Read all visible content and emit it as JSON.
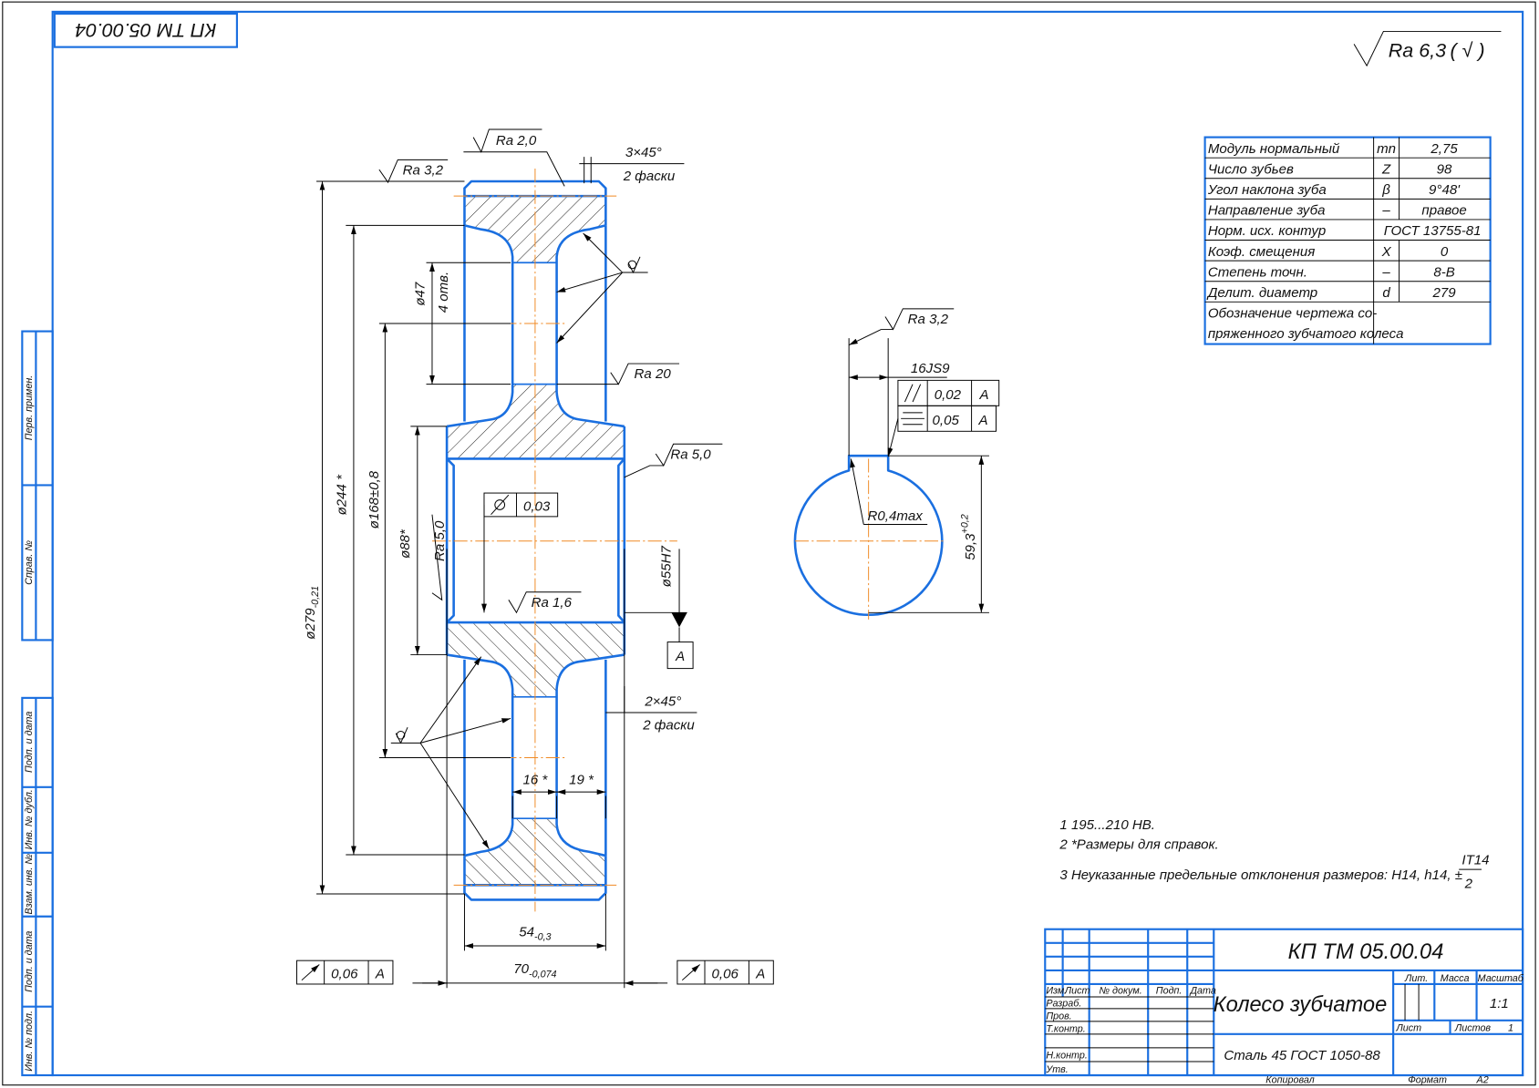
{
  "colors": {
    "contour": "#1a6fe0",
    "axis": "#f08a24",
    "thin": "#000000"
  },
  "stamp_rotated": "КП ТМ 05.00.04",
  "general_roughness": {
    "value": "Ra 6,3",
    "rest": "( √ )"
  },
  "side_stamps": [
    "Перв. примен.",
    "Справ. №",
    "Подп. и дата",
    "Инв. № дубл.",
    "Взам. инв. №",
    "Подп. и дата",
    "Инв. № подл."
  ],
  "params_table": [
    {
      "label": "Модуль нормальный",
      "symbol": "mn",
      "value": "2,75"
    },
    {
      "label": "Число зубьев",
      "symbol": "Z",
      "value": "98"
    },
    {
      "label": "Угол наклона зуба",
      "symbol": "β",
      "value": "9°48'"
    },
    {
      "label": "Направление зуба",
      "symbol": "–",
      "value": "правое"
    },
    {
      "label": "Норм. исх. контур",
      "symbol": "",
      "value": "ГОСТ 13755-81"
    },
    {
      "label": "Коэф. смещения",
      "symbol": "X",
      "value": "0"
    },
    {
      "label": "Степень точн.",
      "symbol": "–",
      "value": "8-В"
    },
    {
      "label": "Делит. диаметр",
      "symbol": "d",
      "value": "279"
    },
    {
      "label": "Обозначение чертежа со-",
      "label2": "пряженного зубчатого колеса",
      "symbol": "",
      "value": ""
    }
  ],
  "section": {
    "ra_tooth": "Ra 2,0",
    "ra_top": "Ra 3,2",
    "chamfer_top": "3×45°",
    "chamfer_top_note": "2 фаски",
    "d47": "ø47",
    "holes": "4 отв.",
    "ra_web": "Ra 20",
    "ra_hub": "Ra 5,0",
    "runout": "0,03",
    "ra_bore": "Ra 5,0",
    "d244": "ø244 *",
    "d168": "ø168±0,8",
    "d88": "ø88*",
    "d279": "ø279",
    "d279_tol": "-0,21",
    "d55": "ø55H7",
    "ra_bore_face": "Ra 1,6",
    "datum": "A",
    "chamfer_bot": "2×45°",
    "chamfer_bot_note": "2 фаски",
    "w16": "16 *",
    "w19": "19 *",
    "w54": "54",
    "w54_tol": "-0,3",
    "w70": "70",
    "w70_tol": "-0,074",
    "fcf_left": {
      "value": "0,06",
      "datum": "A"
    },
    "fcf_right": {
      "value": "0,06",
      "datum": "A"
    }
  },
  "keyway_view": {
    "ra": "Ra 3,2",
    "width": "16JS9",
    "parallel": "0,02",
    "parallel_datum": "A",
    "symmetry": "0,05",
    "symmetry_datum": "A",
    "radius": "R0,4max",
    "depth": "59,3",
    "depth_tol": "+0,2"
  },
  "notes": [
    "1 195...210 HB.",
    "2  *Размеры для справок.",
    "3 Неуказанные предельные отклонения размеров: H14, h14, ±"
  ],
  "notes_frac": {
    "num": "IT14",
    "den": "2"
  },
  "title_block": {
    "designation": "КП ТМ 05.00.04",
    "name": "Колесо зубчатое",
    "material": "Сталь 45 ГОСТ 1050-88",
    "headers": {
      "izm": "Изм.",
      "list": "Лист",
      "doc": "№ докум.",
      "sign": "Подп.",
      "date": "Дата"
    },
    "roles": [
      "Разраб.",
      "Пров.",
      "Т.контр.",
      "",
      "Н.контр.",
      "Утв."
    ],
    "lit": "Лит.",
    "mass": "Масса",
    "scale_label": "Масштаб",
    "scale": "1:1",
    "sheet": "Лист",
    "sheets": "Листов",
    "sheets_count": "1",
    "copied": "Копировал",
    "format_label": "Формат",
    "format": "A2"
  }
}
